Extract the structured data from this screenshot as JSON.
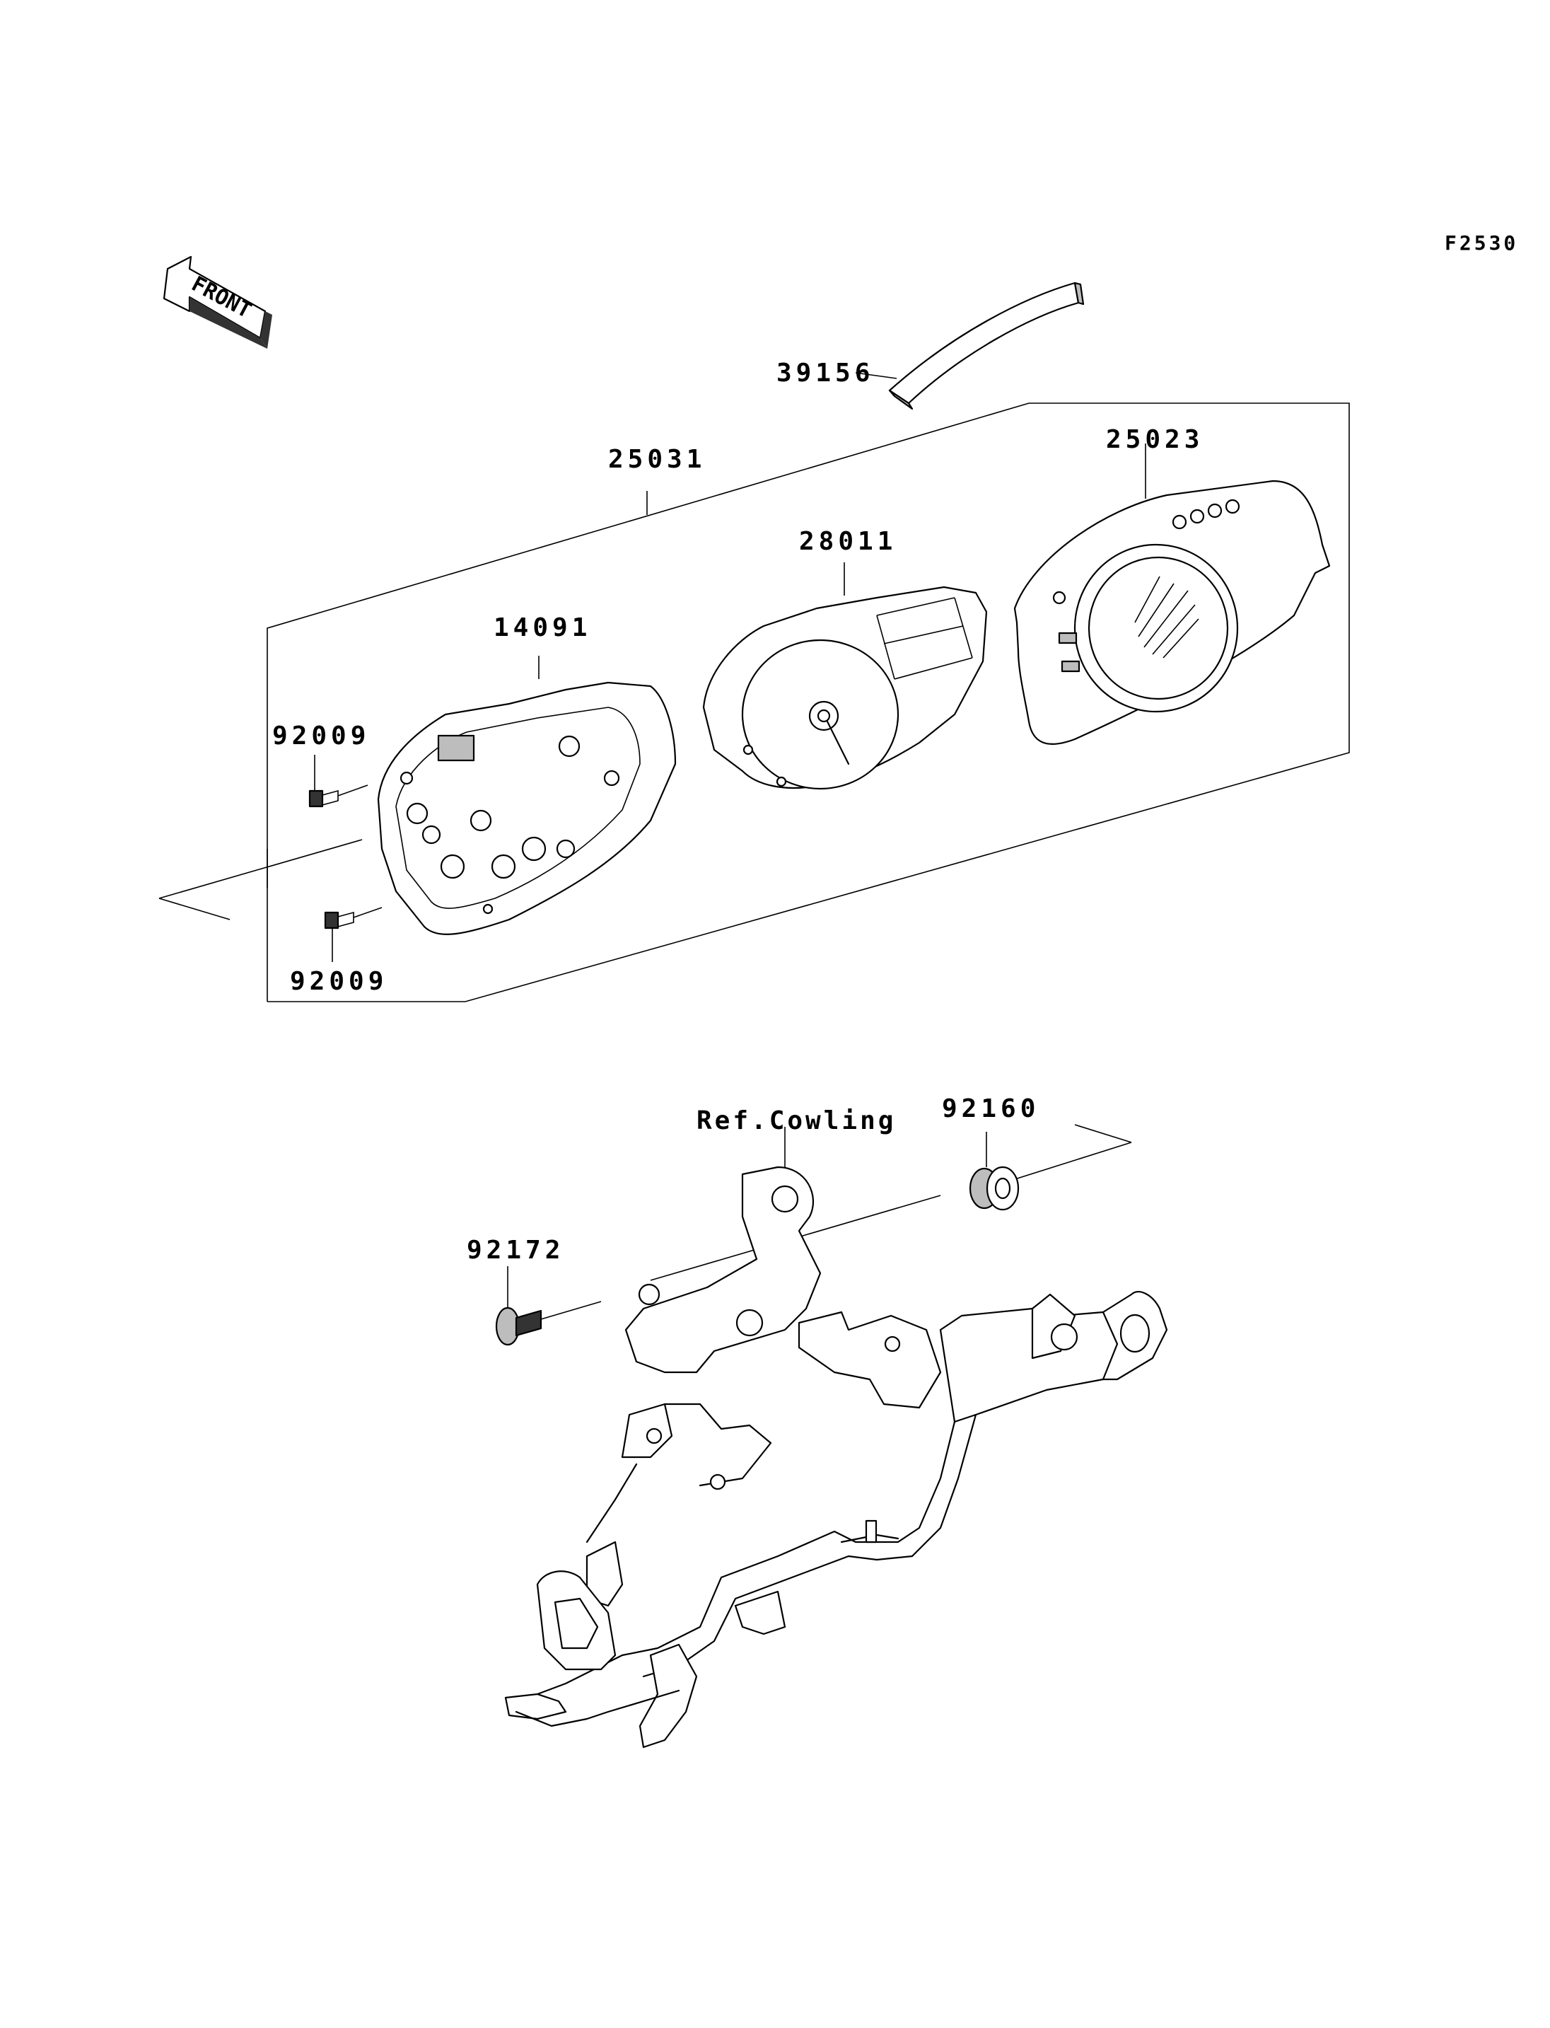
{
  "diagram": {
    "figure_code": "F2530",
    "front_arrow_label": "FRONT",
    "callouts": {
      "p39156": "39156",
      "p25031": "25031",
      "p25023": "25023",
      "p28011": "28011",
      "p14091": "14091",
      "p92009_top": "92009",
      "p92009_bottom": "92009",
      "ref_cowling": "Ref.Cowling",
      "p92160": "92160",
      "p92172": "92172"
    },
    "colors": {
      "ink": "#000000",
      "paper": "#ffffff"
    }
  }
}
